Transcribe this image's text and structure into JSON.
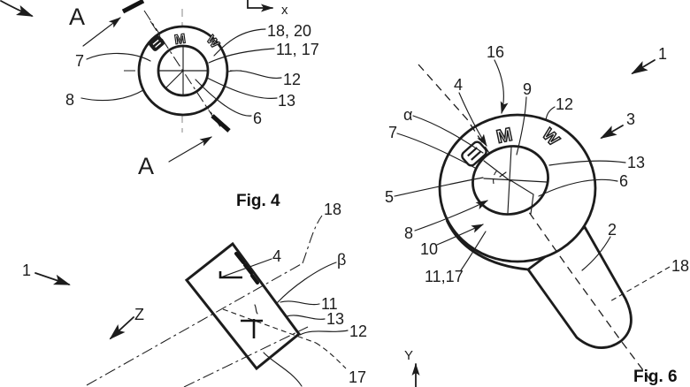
{
  "colors": {
    "ink": "#1c1c1c",
    "background": "#ffffff",
    "centerline_gray": "#9b9b9b"
  },
  "figure4": {
    "caption": "Fig. 4",
    "section_label_top": "A",
    "section_label_bottom": "A",
    "axis_label": "x",
    "stamp": {
      "b": "B",
      "m": "M",
      "w": "W"
    },
    "labels": {
      "l7": "7",
      "l8": "8",
      "l18_20": "18, 20",
      "l11_17": "11, 17",
      "l12": "12",
      "l13": "13",
      "l6": "6"
    }
  },
  "figure5": {
    "labels": {
      "l1": "1",
      "lz": "Z",
      "l4": "4",
      "l18": "18",
      "beta": "β",
      "l11": "11",
      "l13": "13",
      "l12": "12",
      "l17": "17"
    }
  },
  "figure6": {
    "caption": "Fig. 6",
    "axis_label": "Y",
    "stamp": {
      "b": "B",
      "m": "M",
      "w": "W"
    },
    "labels": {
      "l1": "1",
      "l3": "3",
      "l16": "16",
      "l4": "4",
      "l9": "9",
      "l12": "12",
      "alpha": "α",
      "l7": "7",
      "l5": "5",
      "l8": "8",
      "l10": "10",
      "l11_17": "11,17",
      "l13": "13",
      "l6": "6",
      "l2": "2",
      "l18": "18"
    }
  }
}
